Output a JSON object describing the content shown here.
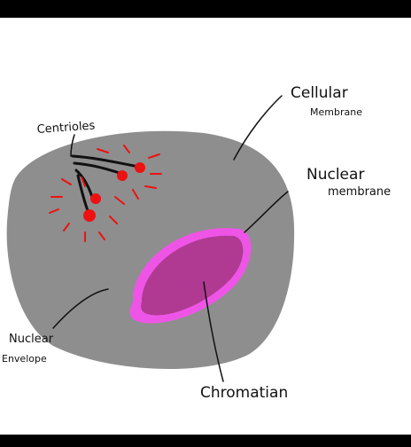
{
  "labels": {
    "centrioles": "Centrioles",
    "cellular": "Cellular",
    "cellular_membrane": "Membrane",
    "nuclear": "Nuclear",
    "nuclear_membrane": "membrane",
    "nuclear_env_1": "Nuclear",
    "nuclear_env_2": "Envelope",
    "chromatin": "Chromatian"
  },
  "colors": {
    "frame": "#000000",
    "paper": "#ffffff",
    "cell": "#8e8e8e",
    "nucleus_outer": "#ee55e6",
    "nucleus_inner": "#b03a92",
    "centriole": "#ee1111",
    "ink": "#111111"
  }
}
